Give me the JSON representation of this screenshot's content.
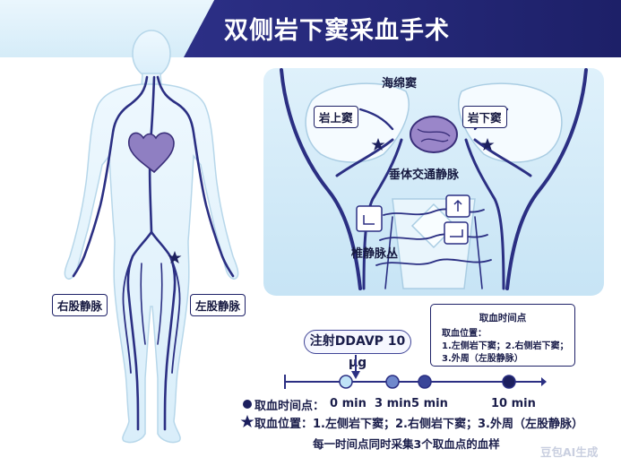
{
  "title": "双侧岩下窦采血手术",
  "body_labels": {
    "right_femoral_vein": "右股静脉",
    "left_femoral_vein": "左股静脉"
  },
  "head_labels": {
    "cavernous_sinus": "海绵窦",
    "superior_petrosal_sinus": "岩上窦",
    "inferior_petrosal_sinus": "岩下窦",
    "intercavernous_vein": "垂体交通静脉",
    "vertebral_venous_plexus": "椎静脉丛"
  },
  "info_box": {
    "title": "取血时间点",
    "line1": "取血位置：",
    "line2": "1.左侧岩下窦；2.右侧岩下窦；",
    "line3": "3.外周（左股静脉）"
  },
  "injection_label": "注射DDAVP 10 µg",
  "timepoints": [
    {
      "label": "0 min",
      "minutes": 0
    },
    {
      "label": "3 min",
      "minutes": 3
    },
    {
      "label": "5 min",
      "minutes": 5
    },
    {
      "label": "10 min",
      "minutes": 10
    }
  ],
  "legend": {
    "time_prefix": "取血时间点：",
    "position_text": "取血位置：1.左侧岩下窦；2.右侧岩下窦；3.外周（左股静脉）"
  },
  "note": "每一时间点同时采集3个取血点的血样",
  "watermark": "豆包AI生成",
  "colors": {
    "header_band": "#2c2f86",
    "vein": "#2b2f83",
    "heart": "#8f7fc2",
    "skin": "#e4f3fc",
    "point_0": "#bfe3f7",
    "point_3": "#6f88cc",
    "point_5": "#3a4699",
    "point_10": "#1c1f5e"
  }
}
